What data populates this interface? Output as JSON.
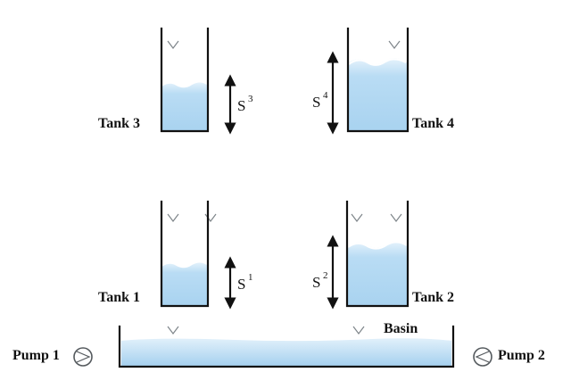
{
  "labels": {
    "tank1": "Tank 1",
    "tank2": "Tank 2",
    "tank3": "Tank 3",
    "tank4": "Tank 4",
    "basin": "Basin",
    "pump1": "Pump 1",
    "pump2": "Pump 2",
    "s_symbol": "S",
    "s1_index": "1",
    "s2_index": "2",
    "s3_index": "3",
    "s4_index": "4"
  },
  "colors": {
    "water_light": "#cfe6f6",
    "water_dark": "#9fcdee",
    "wall": "#111111",
    "pipe": "#8a8f93"
  }
}
